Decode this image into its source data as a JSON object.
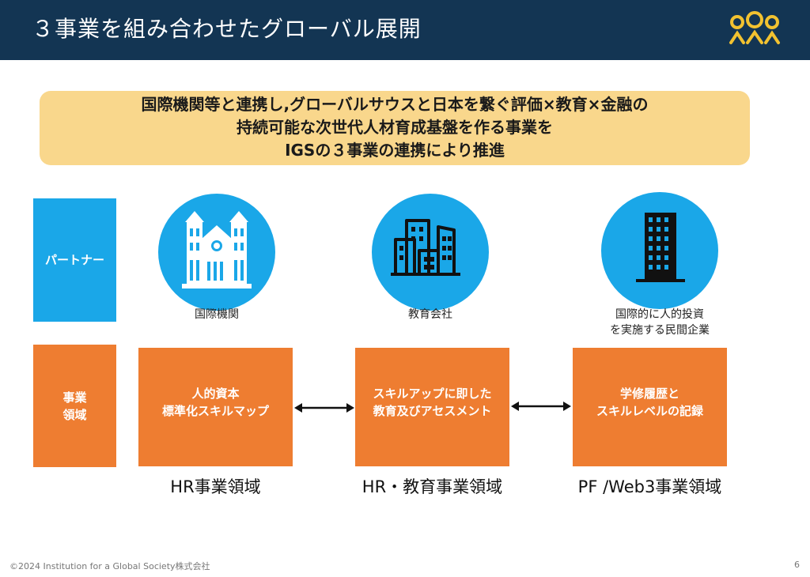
{
  "header": {
    "title": "３事業を組み合わせたグローバル展開",
    "logo_icon": "people-logo-icon",
    "bg_color": "#133553"
  },
  "banner": {
    "line1": "国際機関等と連携し,グローバルサウスと日本を繋ぐ評価×教育×金融の",
    "line2": "持続可能な次世代人材育成基盤を作る事業を",
    "line3": "IGSの３事業の連携により推進",
    "color": "#f9d78c"
  },
  "rows": {
    "partner_label": "パートナー",
    "business_label_line1": "事業",
    "business_label_line2": "領域",
    "blue": "#1aa7e8",
    "orange": "#ee7d31"
  },
  "partners": [
    {
      "icon": "cathedral-icon",
      "label_line1": "国際機関",
      "label_line2": ""
    },
    {
      "icon": "city-buildings-icon",
      "label_line1": "教育会社",
      "label_line2": ""
    },
    {
      "icon": "office-building-icon",
      "label_line1": "国際的に人的投資",
      "label_line2": "を実施する民間企業"
    }
  ],
  "businesses": [
    {
      "line1": "人的資本",
      "line2": "標準化スキルマップ",
      "domain": "HR事業領域"
    },
    {
      "line1": "スキルアップに即した",
      "line2": "教育及びアセスメント",
      "domain": "HR・教育事業領域"
    },
    {
      "line1": "学修履歴と",
      "line2": "スキルレベルの記録",
      "domain": "PF /Web3事業領域"
    }
  ],
  "footer": {
    "copyright": "©2024  Institution for a Global Society株式会社",
    "page": "6"
  }
}
